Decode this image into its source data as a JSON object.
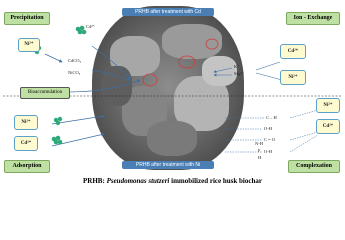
{
  "top_tag": "PRHB after treatment with Cd",
  "bottom_tag": "PRHB after treatment with Ni",
  "boxes": {
    "precipitation": "Precipitation",
    "ion_exchange": "Ion - Exchange",
    "adsorption": "Adsorption",
    "complexation": "Complexation",
    "bioaccumulation": "Bioaccumulation"
  },
  "labels": {
    "ni_left": "Ni²⁺",
    "cd_top_left": "Cd²⁺",
    "cdco3": "CdCO₃",
    "nico3": "NiCO₃",
    "k": "K⁺",
    "mg": "Mg²⁺",
    "ion_cd": "Cd²⁺",
    "ion_ni": "Ni²⁺",
    "ads_ni": "Ni²⁺",
    "ads_cd": "Cd²⁺",
    "ch": "C – H",
    "oh1": "O-H",
    "co": "C = O",
    "oh2": "O-H",
    "nh": "N-H",
    "f": "F",
    "h": "H",
    "comp_ni": "Ni²⁺",
    "comp_cd": "Cd²⁺"
  },
  "caption": {
    "prefix": "PRHB: ",
    "organism": "Pseudomonas stutzeri",
    "suffix": " immobilized rice husk biochar"
  },
  "colors": {
    "box_fill": "#bfe0a3",
    "tag_blue": "#4a7fb6",
    "arrow_blue": "#3b6ea5",
    "badge_border": "#5aa0c8",
    "molecule_green": "#2eaa7a",
    "red_circle": "#d23b3b"
  }
}
